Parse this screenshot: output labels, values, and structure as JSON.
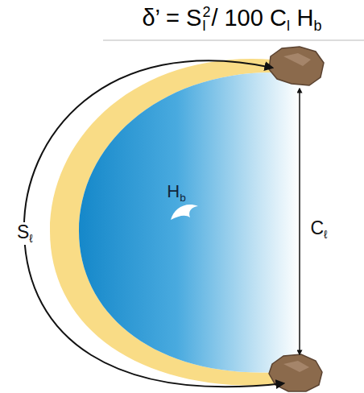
{
  "diagram": {
    "labels": [
      "δ’ = S",
      "2",
      "l",
      "/ 100 C",
      "l",
      "H",
      "b",
      "S",
      "ℓ",
      "H",
      "b",
      "C",
      "ℓ"
    ]
  }
}
